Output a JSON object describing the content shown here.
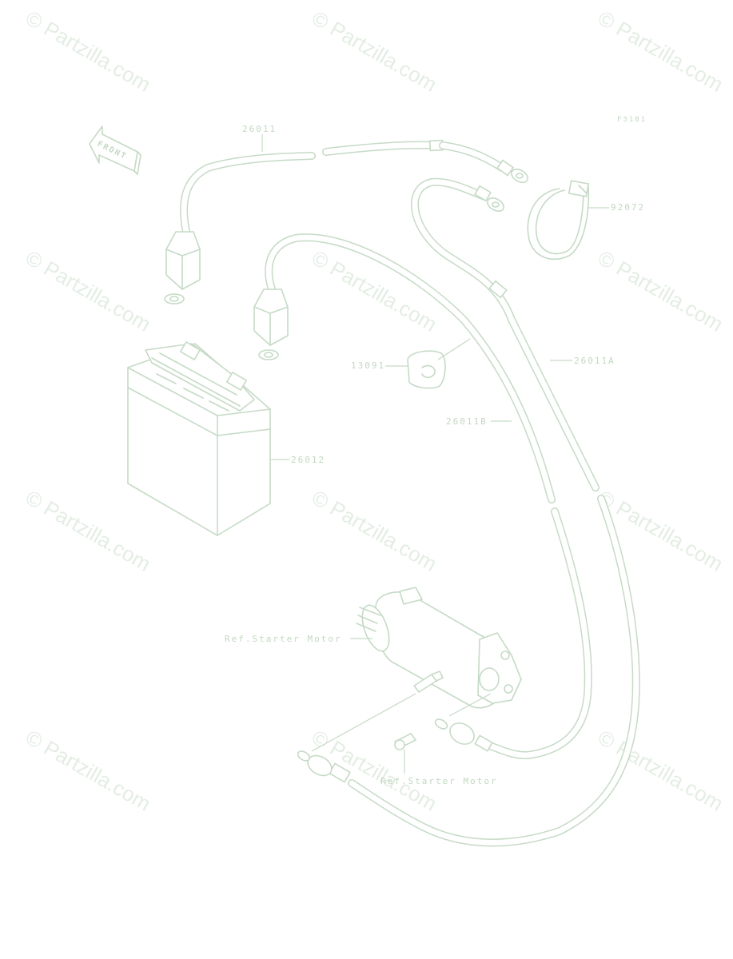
{
  "watermark": "© Partzilla.com",
  "figure_code": "F3181",
  "front_arrow": "FRONT",
  "callouts": {
    "cable_positive": "26011",
    "cable_a": "26011A",
    "cable_b": "26011B",
    "battery": "26012",
    "band": "92072",
    "cap": "13091",
    "ref_starter_1": "Ref.Starter Motor",
    "ref_starter_2": "Ref.Starter Motor"
  },
  "colors": {
    "line": "#c6dac6",
    "text": "#c3d8c3",
    "watermark": "#e4ede4",
    "background": "#ffffff"
  }
}
